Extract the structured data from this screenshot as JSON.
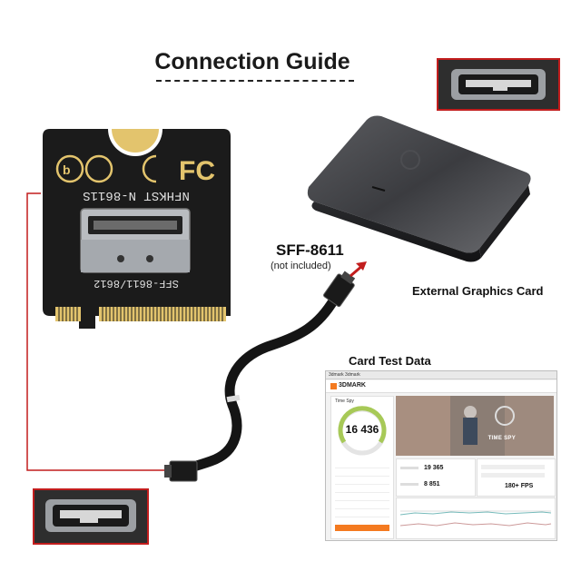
{
  "title": "Connection Guide",
  "connector": {
    "name": "SFF-8611",
    "note": "(not included)"
  },
  "m2_card": {
    "silkscreen_top": "NFHKST N-8611S",
    "silkscreen_bottom": "SFF-8611/8612"
  },
  "external_device": "External Graphics Card",
  "test_section": "Card Test Data",
  "screenshot": {
    "window_title": "3dmark 3dmark",
    "brand": "3DMARK",
    "test_name": "Time Spy",
    "score": "16 436",
    "hero_label": "TIME SPY",
    "graphics_score": "19 365",
    "cpu_score": "8 851",
    "fps": "180+ FPS"
  },
  "colors": {
    "accent_red": "#c21d1d",
    "pcb": "#1b1b1b",
    "gold": "#e3c46d",
    "orange": "#f47a20"
  }
}
